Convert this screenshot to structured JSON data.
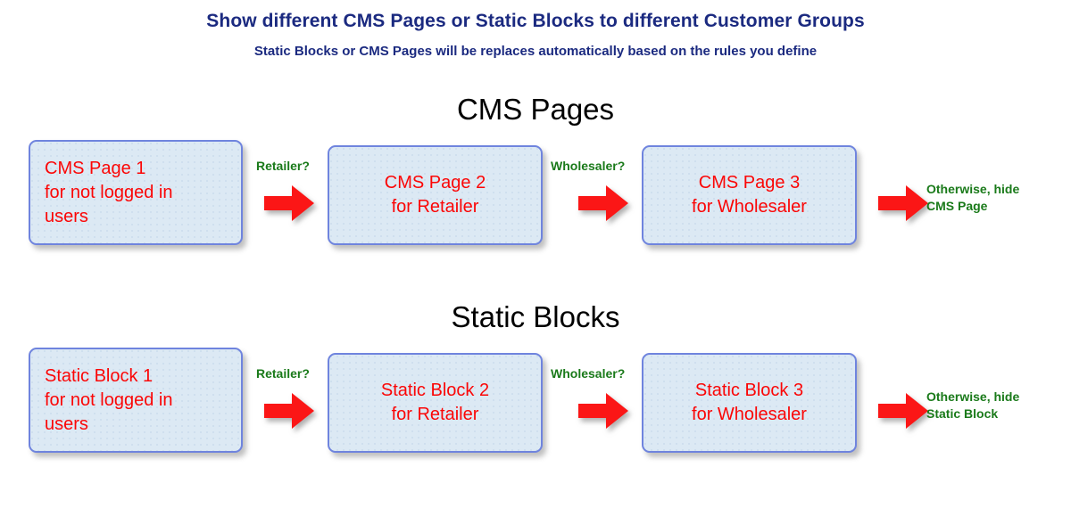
{
  "header": {
    "title": "Show different CMS Pages or Static Blocks to different Customer Groups",
    "subtitle": "Static Blocks or CMS Pages will be replaces automatically based on the rules you define"
  },
  "colors": {
    "header_text": "#1b2a80",
    "section_heading": "#000000",
    "box_border": "#6f84de",
    "box_fill": "#dce9f4",
    "box_text": "#fb0606",
    "condition_text": "#1a7a1a",
    "arrow": "#fb1616",
    "background": "#ffffff"
  },
  "sections": [
    {
      "id": "cms",
      "heading": "CMS Pages",
      "boxes": [
        {
          "text": "CMS Page 1\nfor not logged in\nusers",
          "align": "left"
        },
        {
          "text": "CMS Page 2\nfor Retailer",
          "align": "center"
        },
        {
          "text": "CMS Page 3\nfor Wholesaler",
          "align": "center"
        }
      ],
      "conditions": [
        {
          "label": "Retailer?",
          "icon": "right-arrow-icon"
        },
        {
          "label": "Wholesaler?",
          "icon": "right-arrow-icon"
        }
      ],
      "fallback": {
        "icon": "right-arrow-icon",
        "note": "Otherwise, hide\nCMS Page"
      }
    },
    {
      "id": "sb",
      "heading": "Static Blocks",
      "boxes": [
        {
          "text": "Static Block 1\nfor not logged in\nusers",
          "align": "left"
        },
        {
          "text": "Static Block 2\nfor Retailer",
          "align": "center"
        },
        {
          "text": "Static Block 3\nfor Wholesaler",
          "align": "center"
        }
      ],
      "conditions": [
        {
          "label": "Retailer?",
          "icon": "right-arrow-icon"
        },
        {
          "label": "Wholesaler?",
          "icon": "right-arrow-icon"
        }
      ],
      "fallback": {
        "icon": "right-arrow-icon",
        "note": "Otherwise, hide\nStatic Block"
      }
    }
  ]
}
